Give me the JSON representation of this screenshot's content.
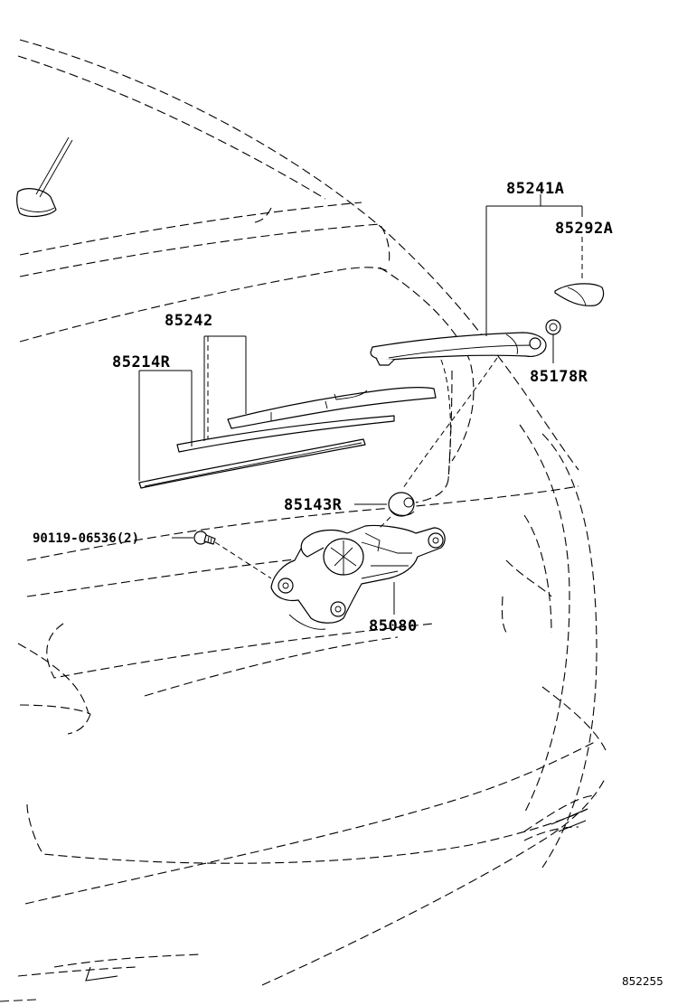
{
  "parts": [
    {
      "id": "p85241A",
      "label": "85241A"
    },
    {
      "id": "p85292A",
      "label": "85292A"
    },
    {
      "id": "p85178R",
      "label": "85178R"
    },
    {
      "id": "p85242",
      "label": "85242"
    },
    {
      "id": "p85214R",
      "label": "85214R"
    },
    {
      "id": "p85143R",
      "label": "85143R"
    },
    {
      "id": "p90119",
      "label": "90119-06536(2)"
    },
    {
      "id": "p85080",
      "label": "85080"
    }
  ],
  "figure_number": "852255"
}
